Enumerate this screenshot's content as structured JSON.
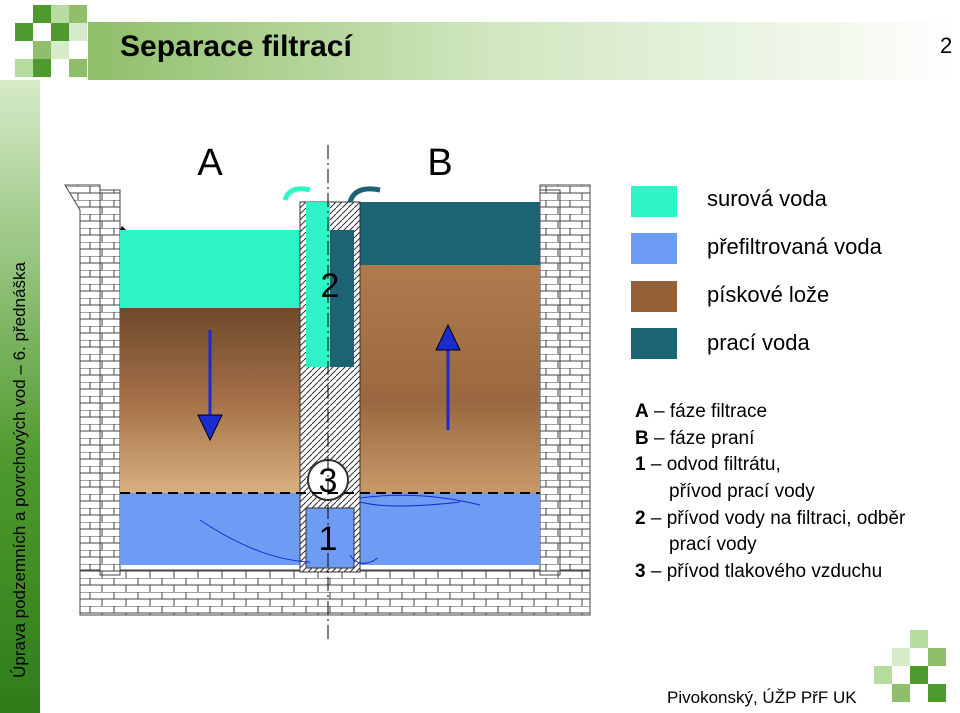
{
  "slide": {
    "title": "Separace filtrací",
    "number": "2",
    "side_caption": "Úprava podzemních a povrchových vod – 6. přednáška",
    "footer": "Pivokonský, ÚŽP PřF UK"
  },
  "diagram": {
    "label_a": "A",
    "label_b": "B",
    "num_1": "1",
    "num_2": "2",
    "num_3": "3"
  },
  "legend": [
    {
      "label": "surová voda",
      "color": "#2ef5c8"
    },
    {
      "label": "přefiltrovaná voda",
      "color": "#6e9cf5"
    },
    {
      "label": "pískové lože",
      "color": "#936038"
    },
    {
      "label": "prací voda",
      "color": "#1c6374"
    }
  ],
  "key": [
    {
      "code": "A",
      "text": " – fáze filtrace"
    },
    {
      "code": "B",
      "text": " – fáze praní"
    },
    {
      "code": "1",
      "text": " – odvod filtrátu,"
    },
    {
      "code": "",
      "text": "přívod prací vody"
    },
    {
      "code": "2",
      "text": " – přívod vody na filtraci, odběr"
    },
    {
      "code": "",
      "text": "prací vody"
    },
    {
      "code": "3",
      "text": " – přívod tlakového vzduchu"
    }
  ],
  "colors": {
    "raw_water": "#2ef5c8",
    "filtered_water": "#6e9cf5",
    "sand_bed": "#936038",
    "wash_water": "#1c6374",
    "flow_arrow": "#1a2bd1"
  }
}
